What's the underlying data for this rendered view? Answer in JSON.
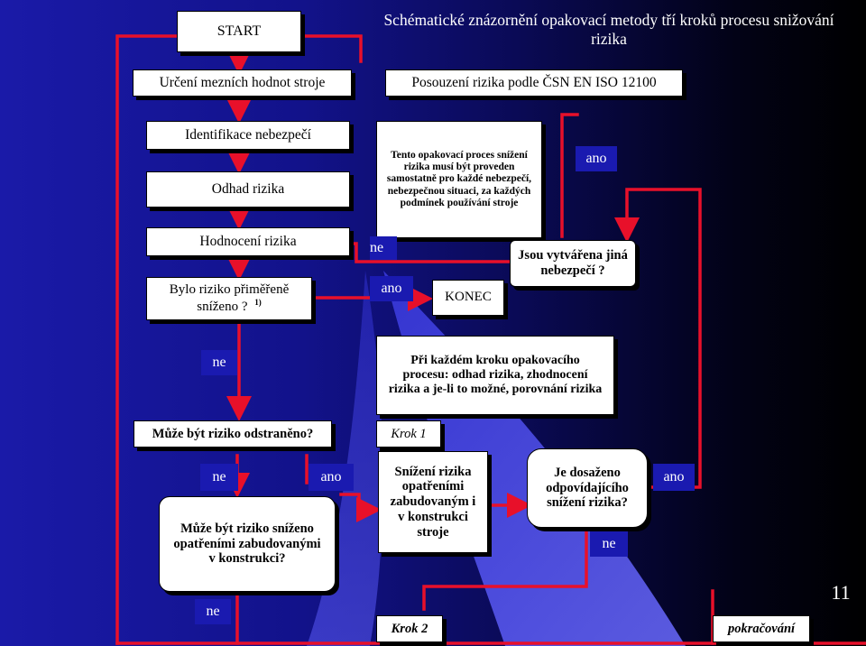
{
  "slide": {
    "title": "Schématické znázornění opakovací metody tří kroků procesu snižování rizika",
    "page_number": "11"
  },
  "boxes": {
    "start": "START",
    "urceni": "Určení mezních hodnot stroje",
    "posouzeni": "Posouzení rizika podle ČSN EN ISO 12100",
    "identifikace": "Identifikace nebezpečí",
    "odhad": "Odhad rizika",
    "hodnoceni": "Hodnocení rizika",
    "bylo_snizeno": "Bylo  riziko přiměřeně sníženo ?",
    "footnote_mark": "1)",
    "tento": "Tento opakovací proces snížení rizika musí být proveden samostatně pro každé nebezpečí, nebezpečnou situaci, za každých podmínek používání stroje",
    "konec": "KONEC",
    "jsou_vytvarena": "Jsou vytvářena jiná nebezpečí ?",
    "pri_kazdem": "Při každém kroku opakovacího procesu: odhad rizika, zhodnocení rizika a je-li to možné, porovnání rizika",
    "muze_odstraneno": "Může být riziko odstraněno?",
    "krok1": "Krok 1",
    "muze_snizeno": "Může být riziko sníženo opatřeními zabudovanými v konstrukci?",
    "snizeni": "Snížení rizika opatřeními zabudovaným i v konstrukci stroje",
    "dosazeno": "Je dosaženo odpovídajícího snížení rizika?",
    "krok2": "Krok 2",
    "pokracovani": "pokračování"
  },
  "labels": {
    "ano_top": "ano",
    "ne_mid": "ne",
    "ano_mid": "ano",
    "ne_left": "ne",
    "ne_row": "ne",
    "ano_row": "ano",
    "ano_right": "ano",
    "ne_bottom_right": "ne",
    "ne_bottom": "ne"
  },
  "colors": {
    "background_left": "#1a1aa8",
    "background_right": "#000000",
    "arrow": "#e8102a",
    "box_fill": "#ffffff",
    "label_fill": "#1a1ab0"
  }
}
